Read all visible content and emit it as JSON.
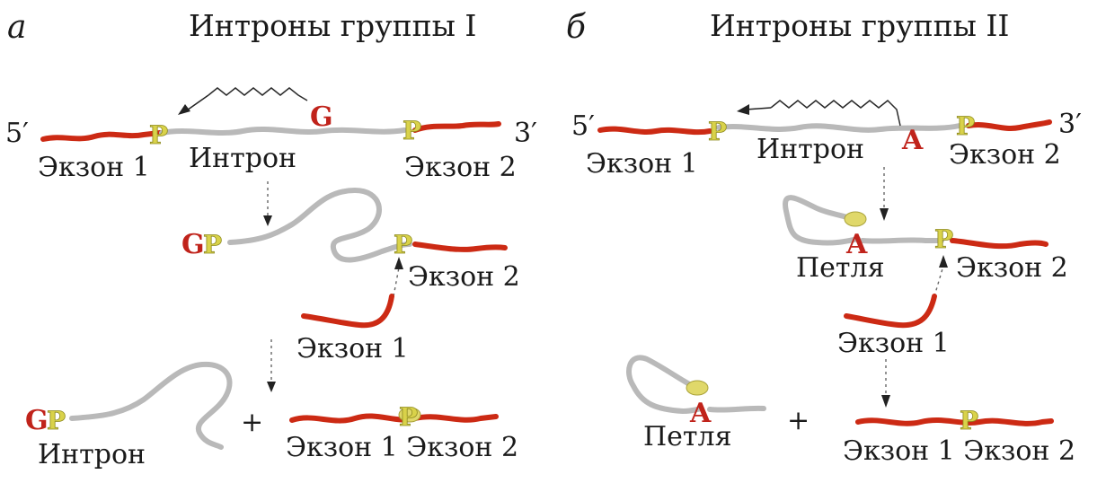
{
  "panel_a": {
    "letter": "а",
    "title": "Интроны группы I",
    "five_prime": "5′",
    "three_prime": "3′",
    "exon1": "Экзон 1",
    "intron": "Интрон",
    "exon2": "Экзон 2",
    "g_letter": "G",
    "p_letter": "P",
    "step2_exon2": "Экзон 2",
    "step2_exon1": "Экзон 1",
    "gp": "GP",
    "product_intron": "Интрон",
    "plus": "+",
    "product_exons": "Экзон 1 Экзон 2"
  },
  "panel_b": {
    "letter": "б",
    "title": "Интроны группы II",
    "five_prime": "5′",
    "three_prime": "3′",
    "exon1": "Экзон 1",
    "intron": "Интрон",
    "exon2": "Экзон 2",
    "a_letter": "A",
    "p_letter": "P",
    "loop": "Петля",
    "step2_exon2": "Экзон 2",
    "step2_exon1": "Экзон 1",
    "product_loop": "Петля",
    "plus": "+",
    "product_exons": "Экзон 1 Экзон 2"
  },
  "colors": {
    "exon": "#cc2a14",
    "intron": "#b9b9b9",
    "phosphate": "#d9d24a",
    "nucleotide": "#c0231b"
  }
}
